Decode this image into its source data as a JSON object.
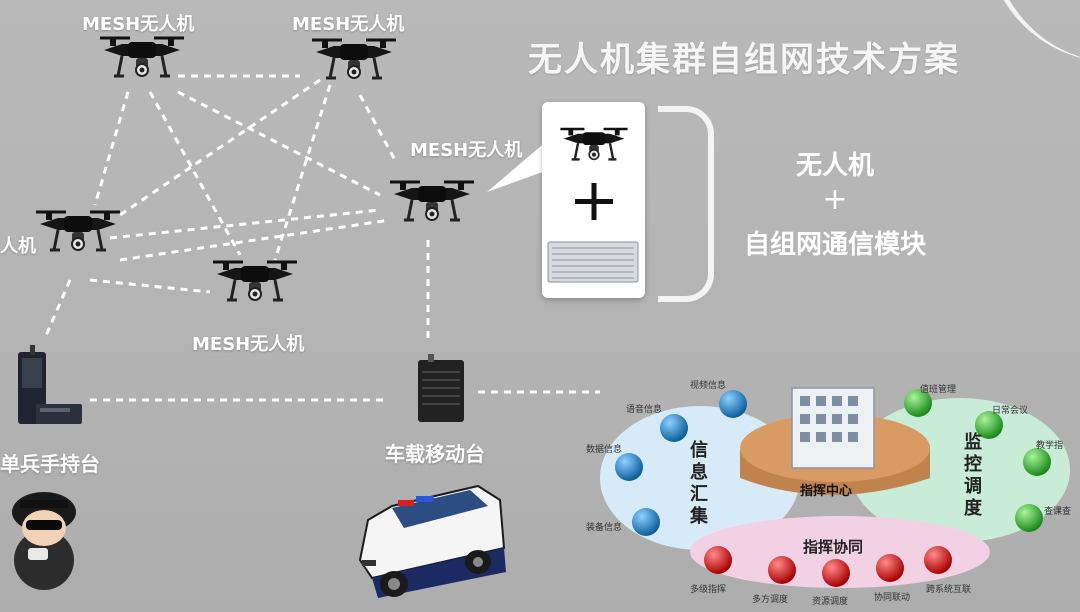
{
  "title": "无人机集群自组网技术方案",
  "drone_labels": {
    "d1": "MESH无人机",
    "d2": "MESH无人机",
    "d3": "MESH无人机",
    "d4": "人机",
    "d5": "MESH无人机"
  },
  "module": {
    "line1": "无人机",
    "plus": "+",
    "line2": "自组网通信模块"
  },
  "device_labels": {
    "handheld": "单兵手持台",
    "vehicle": "车载移动台"
  },
  "command": {
    "center": "指挥中心",
    "left_section": "信息汇集",
    "right_section": "监控调度",
    "bottom_section": "指挥协同",
    "left_nodes": [
      "视频信息",
      "语音信息",
      "数据信息",
      "装备信息"
    ],
    "right_nodes": [
      "值班管理",
      "日常会议",
      "教学指导",
      "查课查岗"
    ],
    "right_nodes_visible": [
      "值班管理",
      "日常会议",
      "教学指",
      "查课查"
    ],
    "bottom_nodes": [
      "多级指挥",
      "多方调度",
      "资源调度",
      "协同联动",
      "跨系统互联"
    ]
  },
  "colors": {
    "background": "#b6b6b6",
    "text": "#ffffff",
    "blue_node": "#1b7fc0",
    "green_node": "#2fae2f",
    "red_node": "#cc1010",
    "left_ellipse": "#d7eaf7",
    "right_ellipse": "#c9ecd8",
    "bottom_ellipse": "#f3d1e4",
    "pedestal": "#c0834e"
  }
}
